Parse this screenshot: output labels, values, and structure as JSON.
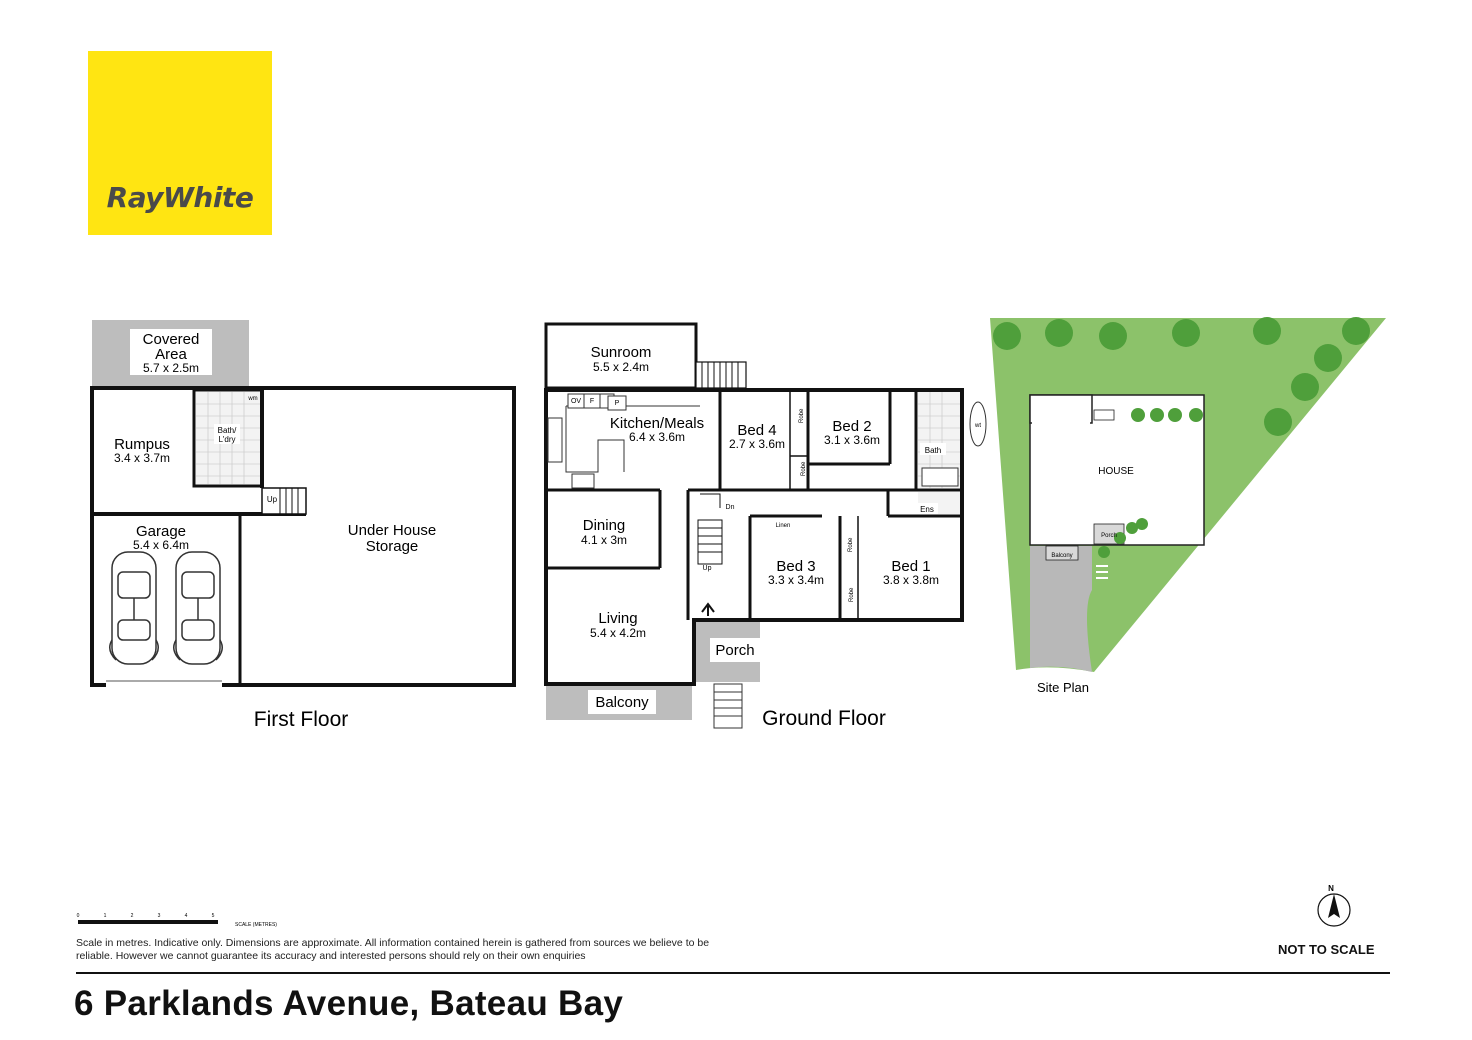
{
  "brand": {
    "name": "RayWhite",
    "color": "#ffe512"
  },
  "first_floor": {
    "title": "First Floor",
    "rooms": [
      {
        "name": "Covered",
        "name2": "Area",
        "dims": "5.7 x 2.5m"
      },
      {
        "name": "Rumpus",
        "dims": "3.4 x 3.7m"
      },
      {
        "name": "Bath/",
        "name2": "L'dry"
      },
      {
        "name": "Garage",
        "dims": "5.4 x 6.4m"
      },
      {
        "name": "Under House",
        "name2": "Storage"
      }
    ],
    "labels": {
      "wm": "wm",
      "up": "Up"
    }
  },
  "ground_floor": {
    "title": "Ground Floor",
    "rooms": [
      {
        "name": "Sunroom",
        "dims": "5.5 x 2.4m"
      },
      {
        "name": "Kitchen/Meals",
        "dims": "6.4 x 3.6m"
      },
      {
        "name": "Bed 4",
        "dims": "2.7 x 3.6m"
      },
      {
        "name": "Bed 2",
        "dims": "3.1 x 3.6m"
      },
      {
        "name": "Dining",
        "dims": "4.1 x 3m"
      },
      {
        "name": "Living",
        "dims": "5.4 x 4.2m"
      },
      {
        "name": "Bed 3",
        "dims": "3.3 x 3.4m"
      },
      {
        "name": "Bed 1",
        "dims": "3.8 x 3.8m"
      },
      {
        "name": "Porch"
      },
      {
        "name": "Balcony"
      },
      {
        "name": "Bath"
      },
      {
        "name": "Ens"
      }
    ],
    "labels": {
      "ov": "OV",
      "f": "F",
      "p": "P",
      "robe": "Robe",
      "linen": "Linen",
      "dn": "Dn",
      "up": "Up",
      "wt": "wt"
    }
  },
  "site_plan": {
    "title": "Site Plan",
    "house": "HOUSE",
    "porch": "Porch",
    "balcony": "Balcony",
    "colors": {
      "lawn": "#8cc26a",
      "tree": "#4f9f3b",
      "driveway": "#b8b8b8"
    }
  },
  "scale_bar": {
    "ticks": [
      "0",
      "1",
      "2",
      "3",
      "4",
      "5"
    ],
    "caption": "SCALE (METRES)"
  },
  "compass": {
    "label": "N"
  },
  "not_to_scale": "NOT TO SCALE",
  "disclaimer": "Scale in metres. Indicative only. Dimensions are approximate. All information contained herein is gathered from sources we believe to be reliable. However we cannot guarantee its accuracy and interested persons should rely on their own enquiries",
  "address": "6 Parklands Avenue, Bateau Bay"
}
